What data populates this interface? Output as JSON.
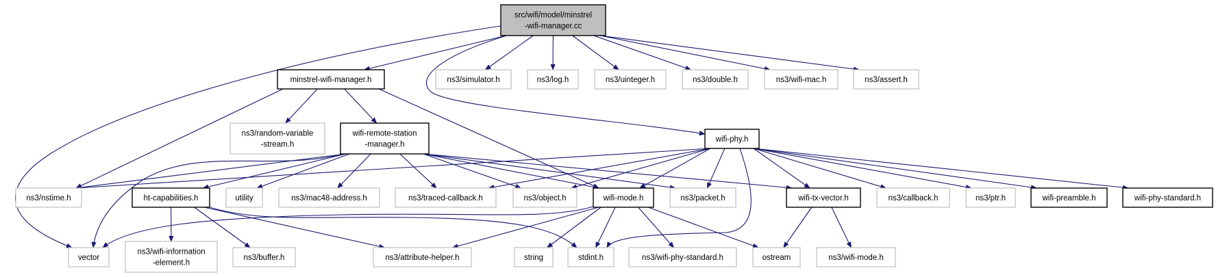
{
  "graph": {
    "edge_color": "#191970",
    "root_fill": "#bfbfbf",
    "documented_border": "#000000",
    "external_border": "#bfbfbf",
    "nodes": [
      {
        "id": "root",
        "lines": [
          "src/wifi/model/minstrel",
          "-wifi-manager.cc"
        ],
        "kind": "root"
      },
      {
        "id": "minstrel",
        "lines": [
          "minstrel-wifi-manager.h"
        ],
        "kind": "doc"
      },
      {
        "id": "simulator",
        "lines": [
          "ns3/simulator.h"
        ],
        "kind": "ext"
      },
      {
        "id": "log",
        "lines": [
          "ns3/log.h"
        ],
        "kind": "ext"
      },
      {
        "id": "uinteger",
        "lines": [
          "ns3/uinteger.h"
        ],
        "kind": "ext"
      },
      {
        "id": "double",
        "lines": [
          "ns3/double.h"
        ],
        "kind": "ext"
      },
      {
        "id": "wifimac",
        "lines": [
          "ns3/wifi-mac.h"
        ],
        "kind": "ext"
      },
      {
        "id": "assert",
        "lines": [
          "ns3/assert.h"
        ],
        "kind": "ext"
      },
      {
        "id": "rvs",
        "lines": [
          "ns3/random-variable",
          "-stream.h"
        ],
        "kind": "ext"
      },
      {
        "id": "wrsm",
        "lines": [
          "wifi-remote-station",
          "-manager.h"
        ],
        "kind": "doc"
      },
      {
        "id": "wifiphy",
        "lines": [
          "wifi-phy.h"
        ],
        "kind": "doc"
      },
      {
        "id": "nstime",
        "lines": [
          "ns3/nstime.h"
        ],
        "kind": "ext"
      },
      {
        "id": "htcap",
        "lines": [
          "ht-capabilities.h"
        ],
        "kind": "doc"
      },
      {
        "id": "utility",
        "lines": [
          "utility"
        ],
        "kind": "ext"
      },
      {
        "id": "mac48",
        "lines": [
          "ns3/mac48-address.h"
        ],
        "kind": "ext"
      },
      {
        "id": "traced",
        "lines": [
          "ns3/traced-callback.h"
        ],
        "kind": "ext"
      },
      {
        "id": "object",
        "lines": [
          "ns3/object.h"
        ],
        "kind": "ext"
      },
      {
        "id": "wifimode",
        "lines": [
          "wifi-mode.h"
        ],
        "kind": "doc"
      },
      {
        "id": "packet",
        "lines": [
          "ns3/packet.h"
        ],
        "kind": "ext"
      },
      {
        "id": "txvector",
        "lines": [
          "wifi-tx-vector.h"
        ],
        "kind": "doc"
      },
      {
        "id": "callback",
        "lines": [
          "ns3/callback.h"
        ],
        "kind": "ext"
      },
      {
        "id": "ptr",
        "lines": [
          "ns3/ptr.h"
        ],
        "kind": "ext"
      },
      {
        "id": "preamble",
        "lines": [
          "wifi-preamble.h"
        ],
        "kind": "doc"
      },
      {
        "id": "phystd",
        "lines": [
          "wifi-phy-standard.h"
        ],
        "kind": "doc"
      },
      {
        "id": "vector",
        "lines": [
          "vector"
        ],
        "kind": "ext"
      },
      {
        "id": "wie",
        "lines": [
          "ns3/wifi-information",
          "-element.h"
        ],
        "kind": "ext"
      },
      {
        "id": "buffer",
        "lines": [
          "ns3/buffer.h"
        ],
        "kind": "ext"
      },
      {
        "id": "attr",
        "lines": [
          "ns3/attribute-helper.h"
        ],
        "kind": "ext"
      },
      {
        "id": "string",
        "lines": [
          "string"
        ],
        "kind": "ext"
      },
      {
        "id": "stdint",
        "lines": [
          "stdint.h"
        ],
        "kind": "ext"
      },
      {
        "id": "ns3phystd",
        "lines": [
          "ns3/wifi-phy-standard.h"
        ],
        "kind": "ext"
      },
      {
        "id": "ostream",
        "lines": [
          "ostream"
        ],
        "kind": "ext"
      },
      {
        "id": "ns3mode",
        "lines": [
          "ns3/wifi-mode.h"
        ],
        "kind": "ext"
      }
    ],
    "edges": [
      [
        "root",
        "minstrel"
      ],
      [
        "root",
        "simulator"
      ],
      [
        "root",
        "log"
      ],
      [
        "root",
        "uinteger"
      ],
      [
        "root",
        "double"
      ],
      [
        "root",
        "wifimac"
      ],
      [
        "root",
        "assert"
      ],
      [
        "root",
        "vector"
      ],
      [
        "root",
        "wifiphy"
      ],
      [
        "minstrel",
        "nstime"
      ],
      [
        "minstrel",
        "rvs"
      ],
      [
        "minstrel",
        "wrsm"
      ],
      [
        "minstrel",
        "wifimode"
      ],
      [
        "wrsm",
        "nstime"
      ],
      [
        "wrsm",
        "htcap"
      ],
      [
        "wrsm",
        "utility"
      ],
      [
        "wrsm",
        "mac48"
      ],
      [
        "wrsm",
        "traced"
      ],
      [
        "wrsm",
        "object"
      ],
      [
        "wrsm",
        "wifimode"
      ],
      [
        "wrsm",
        "packet"
      ],
      [
        "wrsm",
        "txvector"
      ],
      [
        "wrsm",
        "vector"
      ],
      [
        "wifiphy",
        "nstime"
      ],
      [
        "wifiphy",
        "traced"
      ],
      [
        "wifiphy",
        "object"
      ],
      [
        "wifiphy",
        "wifimode"
      ],
      [
        "wifiphy",
        "packet"
      ],
      [
        "wifiphy",
        "txvector"
      ],
      [
        "wifiphy",
        "callback"
      ],
      [
        "wifiphy",
        "ptr"
      ],
      [
        "wifiphy",
        "preamble"
      ],
      [
        "wifiphy",
        "phystd"
      ],
      [
        "wifiphy",
        "stdint"
      ],
      [
        "htcap",
        "wie"
      ],
      [
        "htcap",
        "buffer"
      ],
      [
        "htcap",
        "attr"
      ],
      [
        "htcap",
        "stdint"
      ],
      [
        "wifimode",
        "vector"
      ],
      [
        "wifimode",
        "attr"
      ],
      [
        "wifimode",
        "string"
      ],
      [
        "wifimode",
        "stdint"
      ],
      [
        "wifimode",
        "ns3phystd"
      ],
      [
        "wifimode",
        "ostream"
      ],
      [
        "txvector",
        "ostream"
      ],
      [
        "txvector",
        "ns3mode"
      ]
    ]
  }
}
